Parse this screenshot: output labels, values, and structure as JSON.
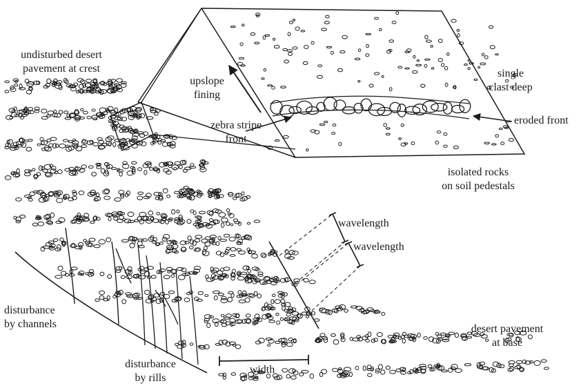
{
  "labels": {
    "crest": [
      "undisturbed desert",
      "pavement at crest"
    ],
    "upslope": [
      "upslope",
      "fining"
    ],
    "zebra": [
      "zebra stripe",
      "front"
    ],
    "single": [
      "single",
      "clast deep"
    ],
    "eroded": "eroded front",
    "isolated": [
      "isolated rocks",
      "on soil pedestals"
    ],
    "wavelength_1": "wavelength",
    "wavelength_2": "wavelength",
    "channels": [
      "disturbance",
      "by channels"
    ],
    "rills": [
      "disturbance",
      "by rills"
    ],
    "width": "width",
    "base": [
      "desert pavement",
      "at base"
    ]
  },
  "colors": {
    "ink": "#1a1a1a",
    "background": "#ffffff"
  }
}
